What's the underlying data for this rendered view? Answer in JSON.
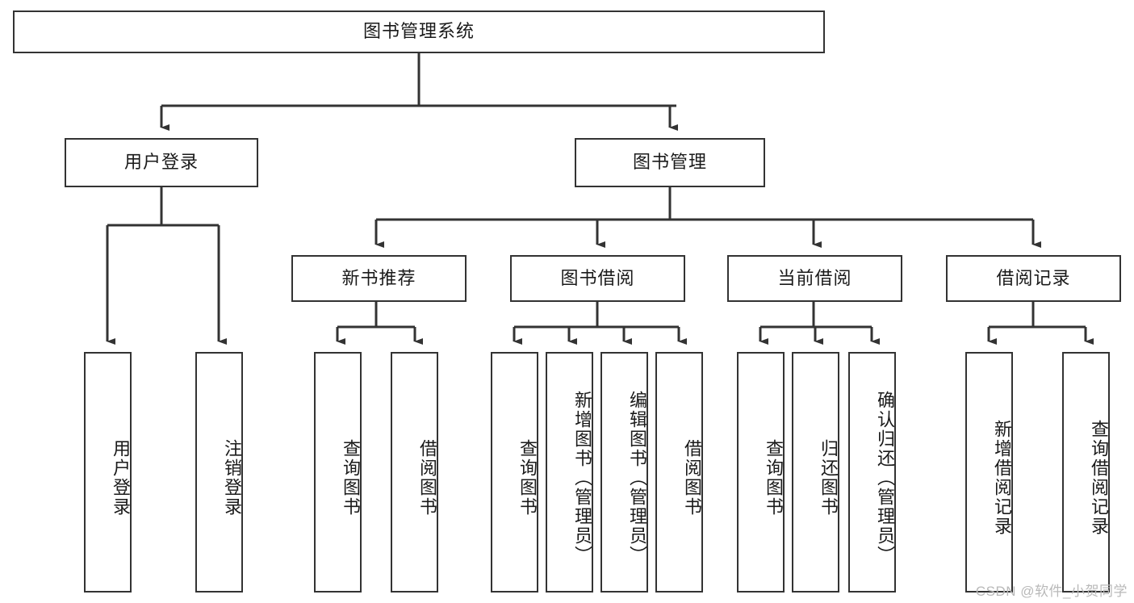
{
  "diagram": {
    "title": "图书管理系统",
    "type": "tree",
    "root": {
      "id": "root",
      "label": "图书管理系统"
    },
    "level2": [
      {
        "id": "user-login",
        "label": "用户登录"
      },
      {
        "id": "book-management",
        "label": "图书管理"
      }
    ],
    "level3": [
      {
        "id": "new-book-recommend",
        "label": "新书推荐"
      },
      {
        "id": "book-borrow",
        "label": "图书借阅"
      },
      {
        "id": "current-borrow",
        "label": "当前借阅"
      },
      {
        "id": "borrow-record",
        "label": "借阅记录"
      }
    ],
    "leaves": {
      "user_login": [
        {
          "id": "leaf-user-login",
          "label": "用户登录"
        },
        {
          "id": "leaf-logout",
          "label": "注销登录"
        }
      ],
      "new_book_recommend": [
        {
          "id": "leaf-query-book-1",
          "label": "查询图书"
        },
        {
          "id": "leaf-borrow-book-1",
          "label": "借阅图书"
        }
      ],
      "book_borrow": [
        {
          "id": "leaf-query-book-2",
          "label": "查询图书"
        },
        {
          "id": "leaf-add-book",
          "label": "新增图书（管理员）"
        },
        {
          "id": "leaf-edit-book",
          "label": "编辑图书（管理员）"
        },
        {
          "id": "leaf-borrow-book-2",
          "label": "借阅图书"
        }
      ],
      "current_borrow": [
        {
          "id": "leaf-query-book-3",
          "label": "查询图书"
        },
        {
          "id": "leaf-return-book",
          "label": "归还图书"
        },
        {
          "id": "leaf-confirm-return",
          "label": "确认归还（管理员）"
        }
      ],
      "borrow_record": [
        {
          "id": "leaf-add-record",
          "label": "新增借阅记录"
        },
        {
          "id": "leaf-query-record",
          "label": "查询借阅记录"
        }
      ]
    }
  },
  "watermark": {
    "text": "CSDN @软件_小贺同学"
  },
  "colors": {
    "background": "#ffffff",
    "border": "#333333",
    "text": "#1a1a1a",
    "watermark": "#b9b9b9"
  }
}
